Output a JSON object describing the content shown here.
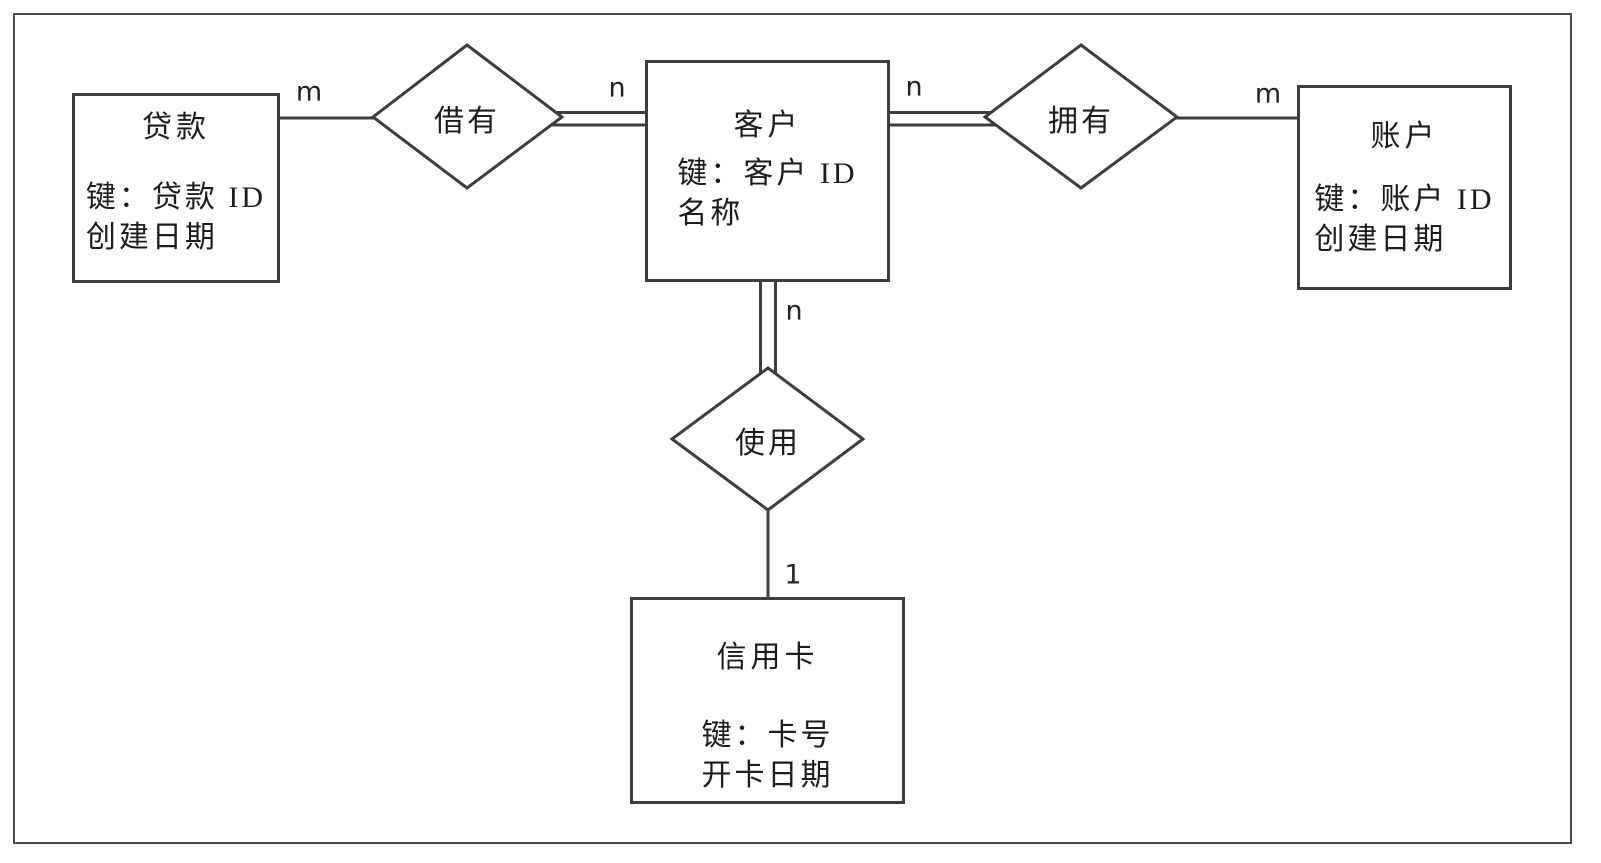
{
  "diagram": {
    "colors": {
      "stroke": "#3d3d3d",
      "text": "#1c1c1c",
      "background": "#ffffff"
    },
    "entities": [
      {
        "id": "loan",
        "title": "贷款",
        "attributes": [
          "键：贷款 ID",
          "创建日期"
        ]
      },
      {
        "id": "customer",
        "title": "客户",
        "attributes": [
          "键：客户 ID",
          "名称"
        ]
      },
      {
        "id": "account",
        "title": "账户",
        "attributes": [
          "键：账户 ID",
          "创建日期"
        ]
      },
      {
        "id": "credit_card",
        "title": "信用卡",
        "attributes": [
          "键：卡号",
          "开卡日期"
        ]
      }
    ],
    "relationships": [
      {
        "id": "borrows",
        "label": "借有"
      },
      {
        "id": "owns",
        "label": "拥有"
      },
      {
        "id": "uses",
        "label": "使用"
      }
    ],
    "cardinalities": {
      "loan_borrows": "m",
      "borrows_customer": "n",
      "customer_owns": "n",
      "owns_account": "m",
      "customer_uses": "n",
      "uses_card": "1"
    }
  }
}
